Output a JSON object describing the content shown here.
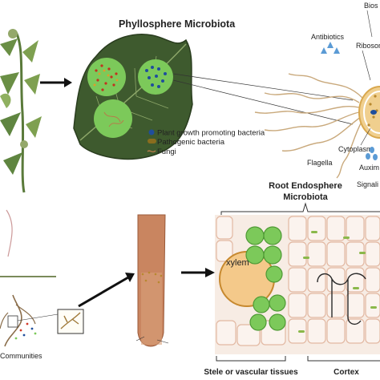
{
  "title": "Phyllosphere Microbiota",
  "legend": {
    "items": [
      {
        "label": "Plant growth promoting bacteria",
        "color": "#1f4e9c"
      },
      {
        "label": "Pathogenic bacteria",
        "color": "#8a6d1e"
      },
      {
        "label": "Fungi",
        "color": "#b77b4a"
      }
    ]
  },
  "bacterium": {
    "labels": {
      "biosynthesis": "Bios",
      "antibiotics": "Antibiotics",
      "ribosome": "Ribosom",
      "flagella": "Flagella",
      "cytoplasm": "Cytoplasm",
      "auxin": "Auxim",
      "signaling": "Signali"
    }
  },
  "endosphere": {
    "title_line1": "Root Endosphere",
    "title_line2": "Microbiota",
    "xylem_label": "xylem",
    "stele_label": "Stele or vascular tissues",
    "cortex_label": "Cortex"
  },
  "root": {
    "communities_label": "Communities"
  },
  "colors": {
    "leaf": "#3e5a2e",
    "microbe_green": "#7cc95a",
    "xylem": "#f4c98a",
    "cell_wall": "#e2b8a2"
  }
}
